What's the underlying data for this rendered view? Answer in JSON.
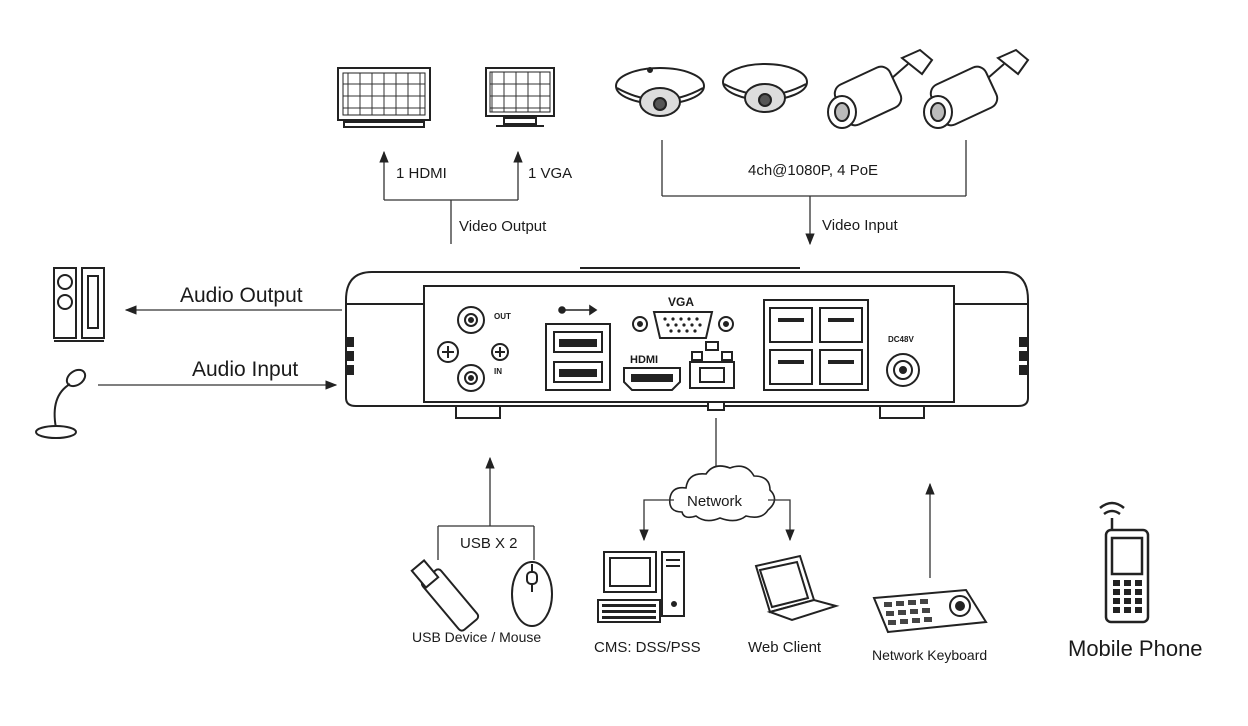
{
  "labels": {
    "hdmi_out": "1 HDMI",
    "vga_out": "1 VGA",
    "video_output": "Video Output",
    "camera_spec": "4ch@1080P, 4 PoE",
    "video_input": "Video Input",
    "audio_output": "Audio  Output",
    "audio_input": "Audio  Input",
    "usb_count": "USB X 2",
    "usb_device_mouse": "USB Device / Mouse",
    "network": "Network",
    "cms": "CMS: DSS/PSS",
    "web_client": "Web Client",
    "network_keyboard": "Network Keyboard",
    "mobile_phone": "Mobile Phone"
  },
  "ports": {
    "vga": "VGA",
    "hdmi": "HDMI",
    "out": "OUT",
    "in": "IN",
    "dc": "DC48V"
  },
  "icons": [
    "monitor-icon",
    "vga-monitor-icon",
    "dome-camera-icon",
    "bullet-camera-icon",
    "speaker-icon",
    "microphone-icon",
    "usb-stick-icon",
    "mouse-icon",
    "cloud-icon",
    "desktop-pc-icon",
    "laptop-icon",
    "keyboard-controller-icon",
    "mobile-phone-icon"
  ]
}
